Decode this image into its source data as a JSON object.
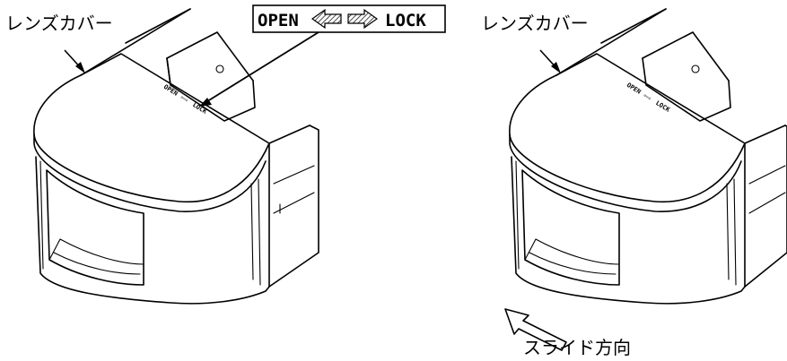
{
  "left": {
    "label": "レンズカバー",
    "callout": {
      "open": "OPEN",
      "lock": "LOCK"
    },
    "small_open": "OPEN",
    "small_lock": "LOCK"
  },
  "right": {
    "label": "レンズカバー",
    "small_open": "OPEN",
    "small_lock": "LOCK",
    "direction_label": "スライド方向"
  }
}
